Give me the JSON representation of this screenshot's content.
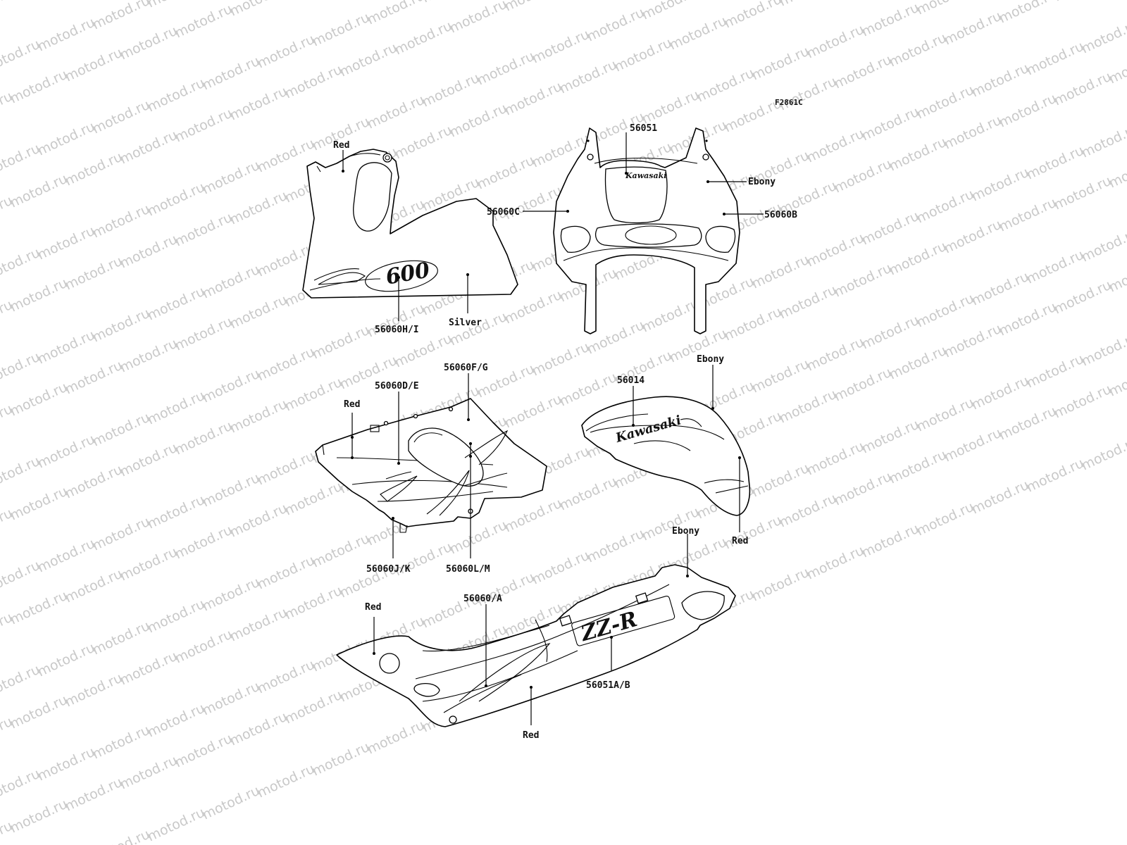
{
  "figure_code": "F2861C",
  "watermark": "motod.ru",
  "colors": {
    "line": "#000000",
    "text": "#111111",
    "watermark": "#c9c9c9",
    "background": "#ffffff"
  },
  "part_logos": {
    "upper_fairing_logo": "Kawasaki",
    "fuel_tank_logo": "Kawasaki",
    "lower_fairing_badge": "600",
    "side_cowl_badge": "ZZ-R"
  },
  "labels": {
    "top_left_red": "Red",
    "side_cover_decal": "56060H/I",
    "silver": "Silver",
    "upper_fairing_decal": "56051",
    "upper_ebony": "Ebony",
    "decal_56060c": "56060C",
    "decal_56060b": "56060B",
    "decal_56060fg": "56060F/G",
    "decal_56060de": "56060D/E",
    "middle_red": "Red",
    "decal_56060jk": "56060J/K",
    "decal_56060lm": "56060L/M",
    "tank_emblem": "56014",
    "tank_ebony": "Ebony",
    "tank_red": "Red",
    "cowl_ebony": "Ebony",
    "decal_56060a": "56060/A",
    "cowl_red_left": "Red",
    "decal_56051ab": "56051A/B",
    "cowl_red_bottom": "Red"
  }
}
